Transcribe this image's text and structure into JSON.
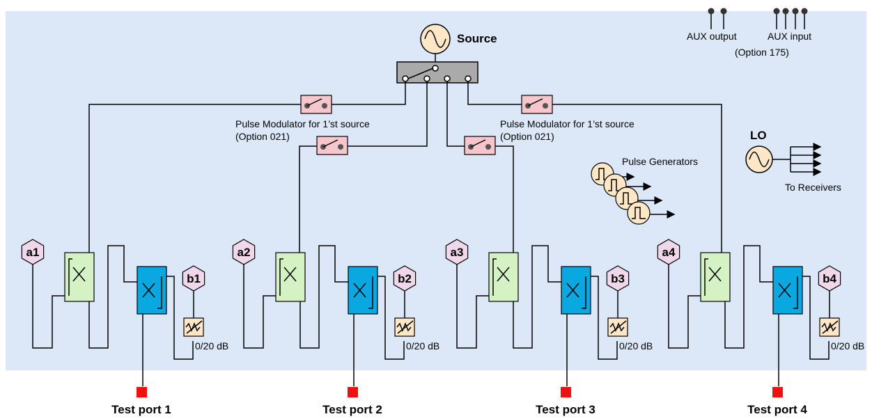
{
  "source": {
    "label": "Source"
  },
  "aux": {
    "output_label": "AUX output",
    "input_label": "AUX input",
    "option_label": "(Option 175)"
  },
  "pulse_modulator": {
    "left": {
      "title": "Pulse Modulator for 1’st source",
      "option": "(Option 021)"
    },
    "right": {
      "title": "Pulse Modulator for 1’st source",
      "option": "(Option 021)"
    }
  },
  "pulse_generators": {
    "label": "Pulse Generators"
  },
  "lo": {
    "label": "LO",
    "to_receivers": "To Receivers"
  },
  "ports": [
    {
      "a": "a1",
      "b": "b1",
      "atten": "0/20 dB",
      "test_port": "Test port 1"
    },
    {
      "a": "a2",
      "b": "b2",
      "atten": "0/20 dB",
      "test_port": "Test port 2"
    },
    {
      "a": "a3",
      "b": "b3",
      "atten": "0/20 dB",
      "test_port": "Test port 3"
    },
    {
      "a": "a4",
      "b": "b4",
      "atten": "0/20 dB",
      "test_port": "Test port 4"
    }
  ],
  "colors": {
    "background": "#dce8f7",
    "modulator": "#f7c6cc",
    "ref_coupler": "#d4f2c4",
    "test_coupler": "#0aa8e0",
    "receiver": "#f0d7ea",
    "attenuator": "#fde7c6",
    "port": "#ee1111",
    "switch": "#aaaaaa"
  }
}
